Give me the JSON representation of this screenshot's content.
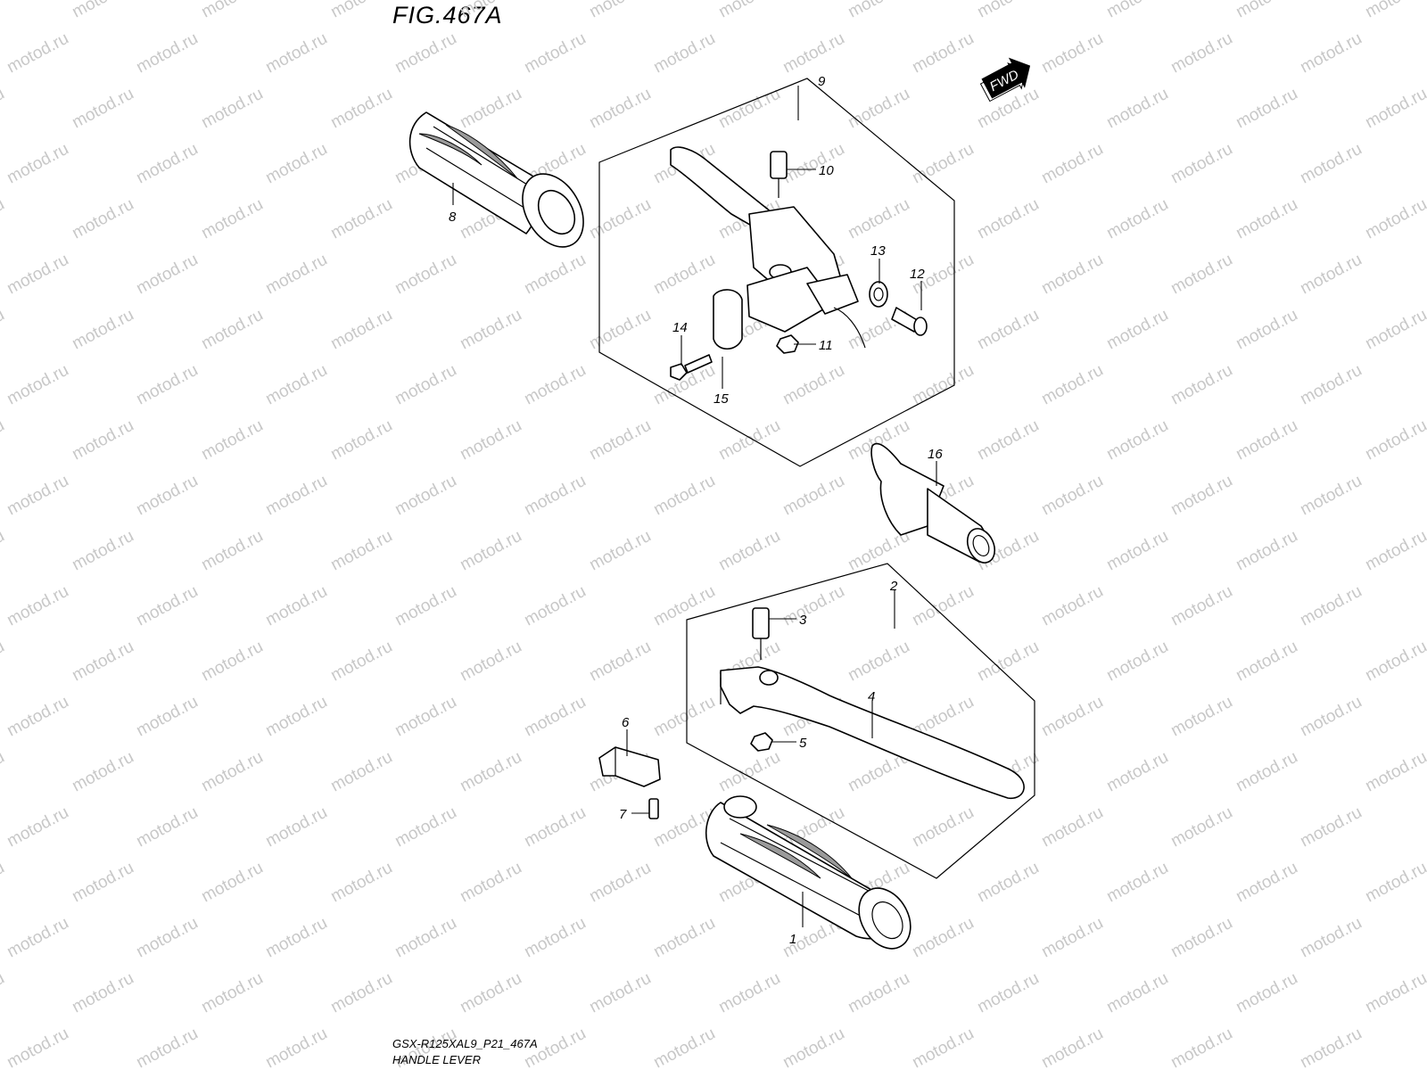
{
  "figure": {
    "title": "FIG.467A",
    "model_code": "GSX-R125XAL9_P21_467A",
    "section_name": "HANDLE LEVER",
    "direction_label": "FWD",
    "watermark_text": "motod.ru"
  },
  "callouts": [
    {
      "id": "1",
      "label": "1"
    },
    {
      "id": "2",
      "label": "2"
    },
    {
      "id": "3",
      "label": "3"
    },
    {
      "id": "4",
      "label": "4"
    },
    {
      "id": "5",
      "label": "5"
    },
    {
      "id": "6",
      "label": "6"
    },
    {
      "id": "7",
      "label": "7"
    },
    {
      "id": "8",
      "label": "8"
    },
    {
      "id": "9",
      "label": "9"
    },
    {
      "id": "10",
      "label": "10"
    },
    {
      "id": "11",
      "label": "11"
    },
    {
      "id": "12",
      "label": "12"
    },
    {
      "id": "13",
      "label": "13"
    },
    {
      "id": "14",
      "label": "14"
    },
    {
      "id": "15",
      "label": "15"
    },
    {
      "id": "16",
      "label": "16"
    }
  ],
  "colors": {
    "line": "#000000",
    "background": "#ffffff",
    "watermark": "#c8c8c8",
    "fwd_badge": "#000000"
  }
}
